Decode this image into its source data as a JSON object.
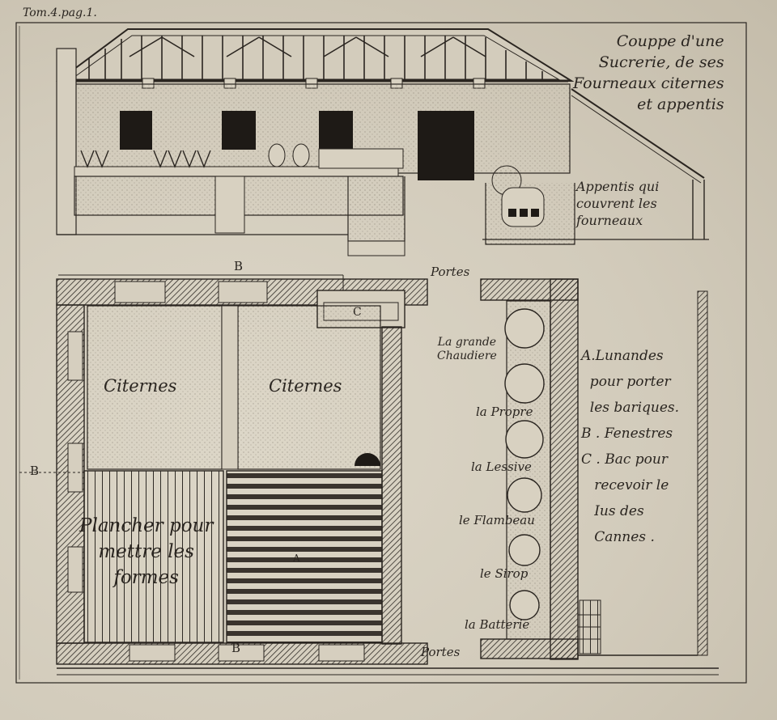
{
  "header": {
    "tome": "Tom.4.pag.1."
  },
  "section": {
    "title": "Couppe d'une\nSucrerie, de ses\nFourneaux citernes\net appentis",
    "appentis_label": "Appentis qui\ncouvrent les\nfourneaux"
  },
  "plan": {
    "marker_b_top": "B",
    "marker_b_left": "B",
    "marker_b_bottom": "B",
    "marker_c": "C",
    "marker_a": "A",
    "portes_top": "Portes",
    "portes_bottom": "Portes",
    "citernes_left": "Citernes",
    "citernes_right": "Citernes",
    "plancher": "Plancher pour\nmettre les\nformes"
  },
  "kettles": [
    {
      "label": "La grande\nChaudiere"
    },
    {
      "label": "la Propre"
    },
    {
      "label": "la Lessive"
    },
    {
      "label": "le Flambeau"
    },
    {
      "label": "le Sirop"
    },
    {
      "label": "la Batterie"
    }
  ],
  "legend": {
    "text": "A.Lunandes\n  pour porter\n  les bariques.\nB . Fenestres\nC . Bac pour\n   recevoir le\n   Ius des\n   Cannes ."
  },
  "colors": {
    "ink": "#2a2520",
    "paper": "#d7d0c0",
    "stipple": "#8f877a"
  }
}
